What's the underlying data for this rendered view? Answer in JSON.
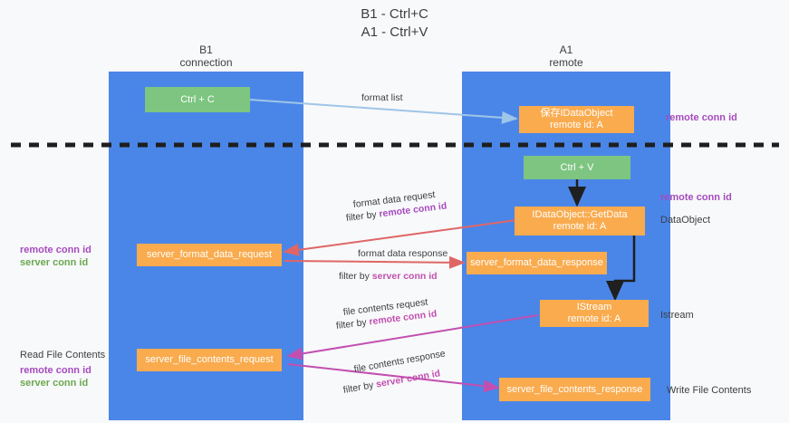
{
  "title": {
    "line1": "B1 - Ctrl+C",
    "line2": "A1 - Ctrl+V"
  },
  "columns": {
    "left": {
      "name": "B1",
      "role": "connection"
    },
    "right": {
      "name": "A1",
      "role": "remote"
    }
  },
  "colors": {
    "lane": "#4a86e8",
    "green_box": "#7dc580",
    "orange_box": "#f9ab4e",
    "remote_conn_id": "#a64bbf",
    "server_conn_id": "#6aa84f",
    "arrow_blue": "#9fc5e8",
    "arrow_red": "#e06666",
    "arrow_magenta": "#c24fb0",
    "arrow_black": "#1f1f1f",
    "divider": "#1f1f1f",
    "background": "#f8f9fa"
  },
  "boxes": {
    "ctrl_c": "Ctrl + C",
    "ctrl_v": "Ctrl + V",
    "data_object": {
      "line1": "保存IDataObject",
      "line2": "remote id: A"
    },
    "get_data": {
      "line1": "IDataObject::GetData",
      "line2": "remote id: A"
    },
    "istream": {
      "line1": "IStream",
      "line2": "remote id: A"
    },
    "server_format_data_request": "server_format_data_request",
    "server_format_data_response": "server_format_data_response",
    "server_file_contents_request": "server_file_contents_request",
    "server_file_contents_response": "server_file_contents_response"
  },
  "edges": [
    {
      "id": "format-list",
      "label": "format list",
      "filter": ""
    },
    {
      "id": "format-data-request",
      "label": "format data request",
      "filter_prefix": "filter by ",
      "filter_key": "remote conn id"
    },
    {
      "id": "format-data-response",
      "label": "format data response",
      "filter_prefix": "filter by ",
      "filter_key": "server conn id"
    },
    {
      "id": "file-contents-request",
      "label": "file contents request",
      "filter_prefix": "filter by ",
      "filter_key": "remote conn id"
    },
    {
      "id": "file-contents-response",
      "label": "file contents response",
      "filter_prefix": "filter by ",
      "filter_key": "server conn id"
    }
  ],
  "side_labels": {
    "right_top_remote_conn_id": "remote conn id",
    "right_mid_remote_conn_id": "remote conn id",
    "data_object": "DataObject",
    "istream": "Istream",
    "write_file_contents": "Write File Contents",
    "left_remote_conn_id": "remote conn id",
    "left_server_conn_id": "server conn id",
    "read_file_contents": "Read File Contents",
    "left_bottom_remote_conn_id": "remote conn id",
    "left_bottom_server_conn_id": "server conn id"
  }
}
